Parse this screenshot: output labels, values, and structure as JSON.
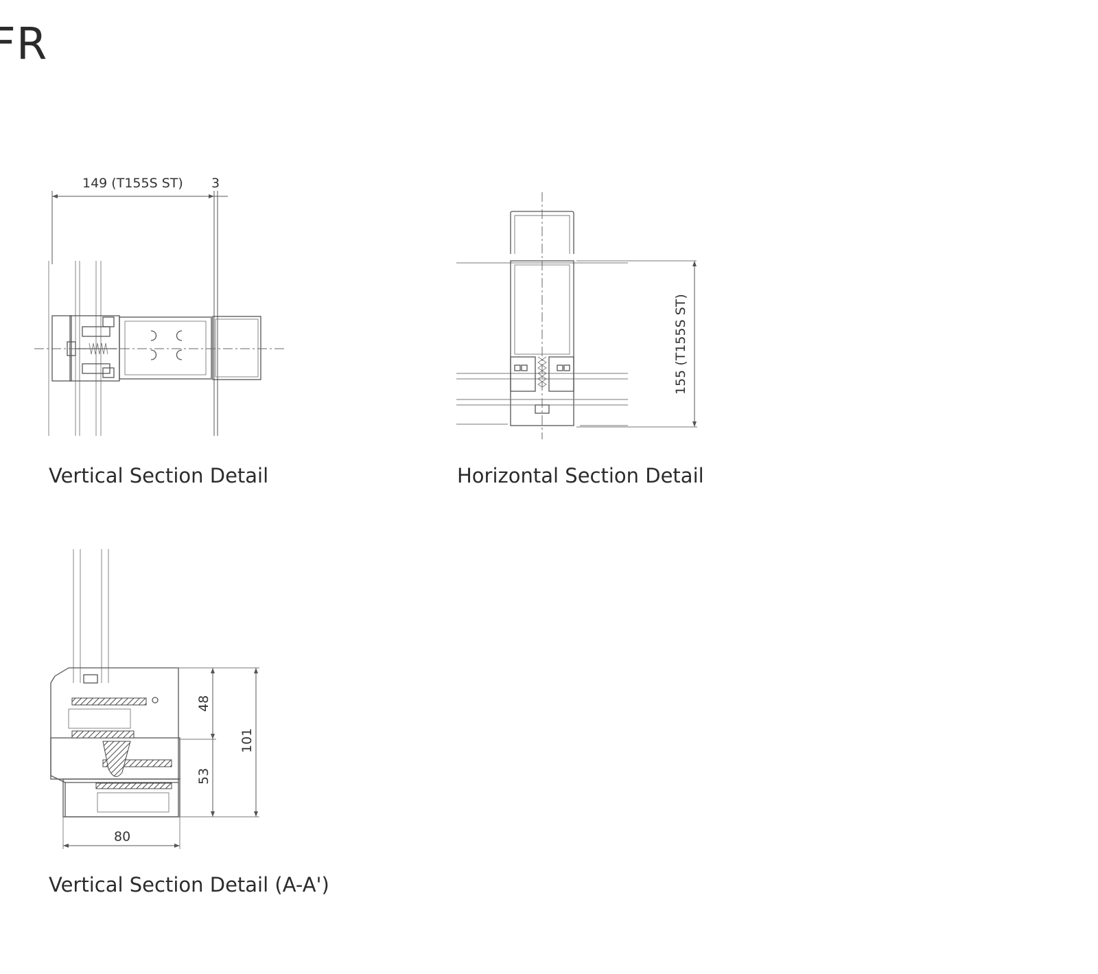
{
  "title": "FR",
  "drawings": {
    "vertical": {
      "caption": "Vertical Section Detail",
      "dim_width": "149 (T155S ST)",
      "dim_gap": "3"
    },
    "horizontal": {
      "caption": "Horizontal Section Detail",
      "dim_depth": "155 (T155S ST)"
    },
    "vertical_aa": {
      "caption": "Vertical Section Detail (A-A')",
      "dim_upper": "48",
      "dim_lower": "53",
      "dim_total": "101",
      "dim_width": "80"
    }
  }
}
